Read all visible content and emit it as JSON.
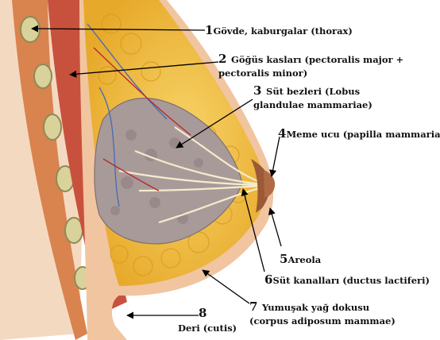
{
  "diagram": {
    "colors": {
      "skin_bg": "#f4d9c1",
      "muscle": "#c8513d",
      "fat": "#f2c23a",
      "gland": "#a99a9a",
      "duct": "#f4eccc",
      "areola": "#9b5a36",
      "line": "#000000"
    },
    "labels": [
      {
        "id": "1",
        "number": "1",
        "text": "Gövde, kaburgalar (thorax)"
      },
      {
        "id": "2",
        "number": "2",
        "text": "Göğüs kasları (pectoralis major + pectoralis minor)"
      },
      {
        "id": "3",
        "number": "3",
        "text": "Süt bezleri (Lobus glandulae mammariae)"
      },
      {
        "id": "4",
        "number": "4",
        "text": "Meme ucu (papilla mammaria)"
      },
      {
        "id": "5",
        "number": "5",
        "text": "Areola"
      },
      {
        "id": "6",
        "number": "6",
        "text": "Süt kanalları (ductus lactiferi)"
      },
      {
        "id": "7",
        "number": "7",
        "text": "Yumuşak yağ dokusu (corpus adiposum mammae)"
      },
      {
        "id": "8",
        "number": "8",
        "text": "Deri (cutis)"
      }
    ]
  }
}
